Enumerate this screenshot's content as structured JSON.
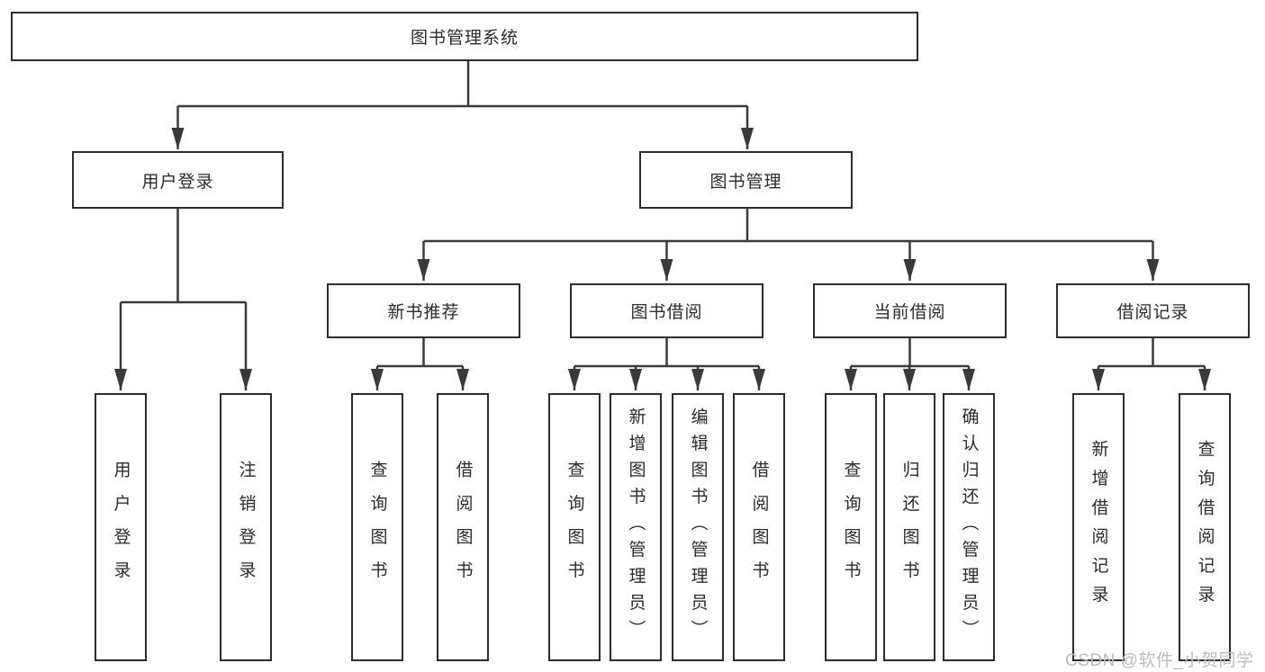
{
  "diagram": {
    "root": {
      "label": "图书管理系统"
    },
    "level2": [
      {
        "label": "用户登录"
      },
      {
        "label": "图书管理"
      }
    ],
    "level3": [
      {
        "label": "新书推荐"
      },
      {
        "label": "图书借阅"
      },
      {
        "label": "当前借阅"
      },
      {
        "label": "借阅记录"
      }
    ],
    "leaves": {
      "user_login": [
        "用户登录",
        "注销登录"
      ],
      "new_book": [
        "查询图书",
        "借阅图书"
      ],
      "book_borrow": [
        "查询图书",
        "新增图书（管理员）",
        "编辑图书（管理员）",
        "借阅图书"
      ],
      "current_borrow": [
        "查询图书",
        "归还图书",
        "确认归还（管理员）"
      ],
      "borrow_records": [
        "新增借阅记录",
        "查询借阅记录"
      ]
    },
    "colors": {
      "line": "#3a3a3a",
      "box_border": "#2d2d2d",
      "text": "#2b2b2b",
      "watermark": "#bcbcbc",
      "background": "#ffffff"
    }
  },
  "watermark": {
    "text": "CSDN @软件_小贺同学"
  }
}
